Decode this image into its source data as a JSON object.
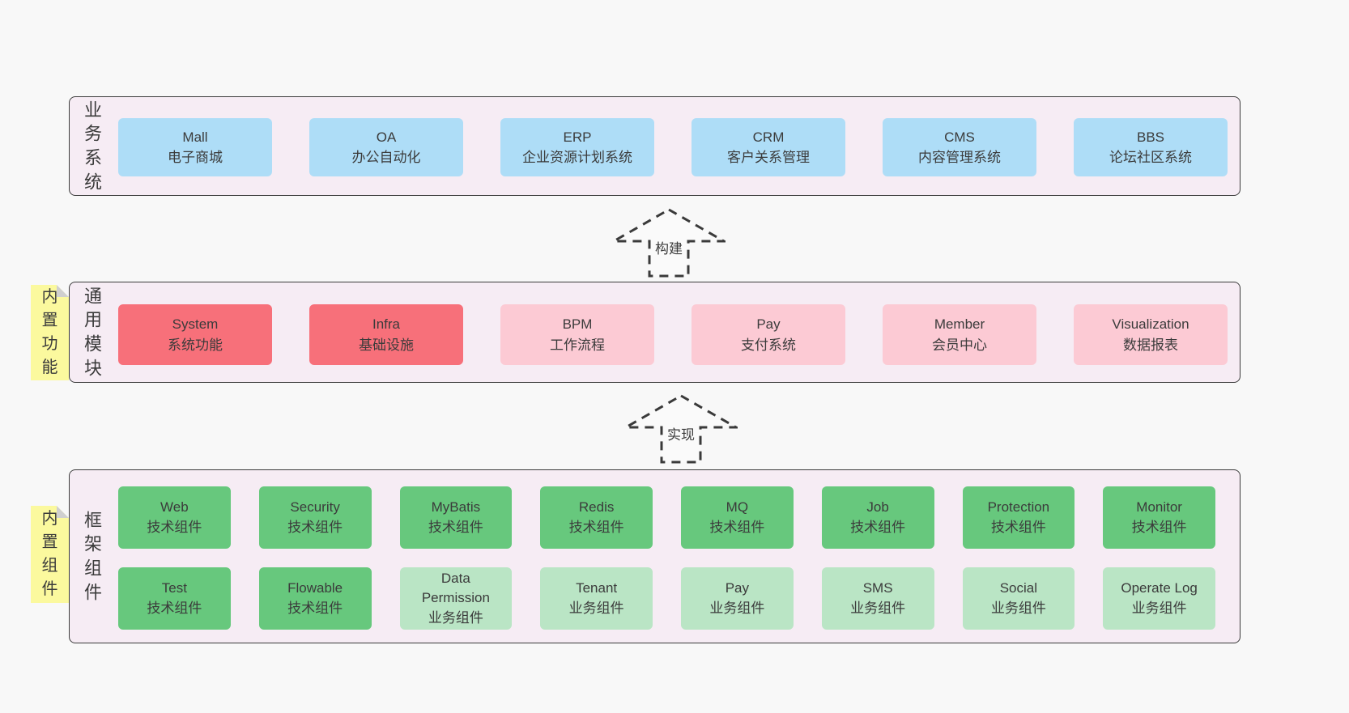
{
  "colors": {
    "page_bg": "#f8f8f8",
    "band_bg": "#f6ecf4",
    "band_border": "#3b3b3b",
    "blue_box": "#aeddf7",
    "red_box": "#f7707a",
    "pink_box": "#fccad4",
    "green_box": "#67c87d",
    "light_green_box": "#bae5c5",
    "sticky_note": "#fbf99e",
    "text": "#3b3b3b"
  },
  "arrows": [
    {
      "label": "构建"
    },
    {
      "label": "实现"
    }
  ],
  "bands": [
    {
      "label": "业务系统",
      "boxes": [
        {
          "title": "Mall",
          "subtitle": "电子商城"
        },
        {
          "title": "OA",
          "subtitle": "办公自动化"
        },
        {
          "title": "ERP",
          "subtitle": "企业资源计划系统"
        },
        {
          "title": "CRM",
          "subtitle": "客户关系管理"
        },
        {
          "title": "CMS",
          "subtitle": "内容管理系统"
        },
        {
          "title": "BBS",
          "subtitle": "论坛社区系统"
        }
      ]
    },
    {
      "label": "通用模块",
      "note": "内置功能",
      "boxes": [
        {
          "title": "System",
          "subtitle": "系统功能"
        },
        {
          "title": "Infra",
          "subtitle": "基础设施"
        },
        {
          "title": "BPM",
          "subtitle": "工作流程"
        },
        {
          "title": "Pay",
          "subtitle": "支付系统"
        },
        {
          "title": "Member",
          "subtitle": "会员中心"
        },
        {
          "title": "Visualization",
          "subtitle": "数据报表"
        }
      ]
    },
    {
      "label": "框架组件",
      "note": "内置组件",
      "rows": [
        [
          {
            "title": "Web",
            "subtitle": "技术组件"
          },
          {
            "title": "Security",
            "subtitle": "技术组件"
          },
          {
            "title": "MyBatis",
            "subtitle": "技术组件"
          },
          {
            "title": "Redis",
            "subtitle": "技术组件"
          },
          {
            "title": "MQ",
            "subtitle": "技术组件"
          },
          {
            "title": "Job",
            "subtitle": "技术组件"
          },
          {
            "title": "Protection",
            "subtitle": "技术组件"
          },
          {
            "title": "Monitor",
            "subtitle": "技术组件"
          }
        ],
        [
          {
            "title": "Test",
            "subtitle": "技术组件"
          },
          {
            "title": "Flowable",
            "subtitle": "技术组件"
          },
          {
            "title": "Data Permission",
            "subtitle": "业务组件"
          },
          {
            "title": "Tenant",
            "subtitle": "业务组件"
          },
          {
            "title": "Pay",
            "subtitle": "业务组件"
          },
          {
            "title": "SMS",
            "subtitle": "业务组件"
          },
          {
            "title": "Social",
            "subtitle": "业务组件"
          },
          {
            "title": "Operate Log",
            "subtitle": "业务组件"
          }
        ]
      ]
    }
  ]
}
